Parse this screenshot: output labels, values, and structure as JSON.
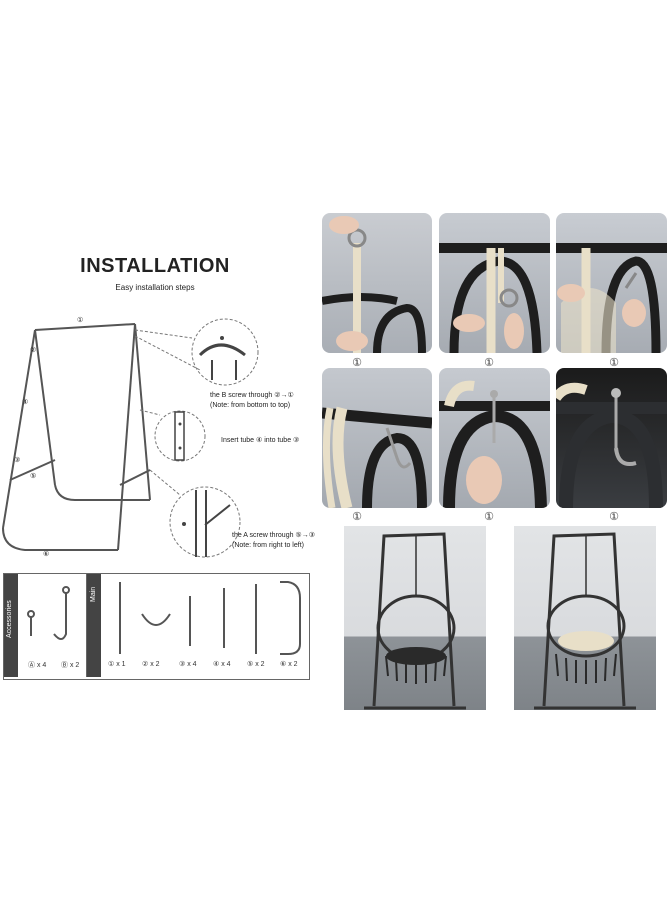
{
  "diagram": {
    "title": "INSTALLATION",
    "subtitle": "Easy installation steps",
    "frame_labels": [
      "①",
      "②",
      "③",
      "④",
      "⑤",
      "⑥"
    ],
    "notes": {
      "b_screw_1": "the B screw through ②→①",
      "b_screw_2": "(Note: from bottom to top)",
      "insert_tube": "Insert tube ④ into tube ③",
      "a_screw_1": "the A screw through ⑤→③",
      "a_screw_2": "(Note: from right to left)"
    },
    "parts_table": {
      "accessories_label": "Accessories",
      "main_label": "Main",
      "accessories": [
        {
          "label": "Ⓐ x 4"
        },
        {
          "label": "Ⓑ x 2"
        }
      ],
      "main": [
        {
          "label": "① x 1"
        },
        {
          "label": "② x 2"
        },
        {
          "label": "③ x 4"
        },
        {
          "label": "④ x 4"
        },
        {
          "label": "⑤ x 2"
        },
        {
          "label": "⑥ x 2"
        }
      ]
    }
  },
  "photos": {
    "step_marks": [
      "①",
      "①",
      "①",
      "①",
      "①",
      "①"
    ]
  }
}
